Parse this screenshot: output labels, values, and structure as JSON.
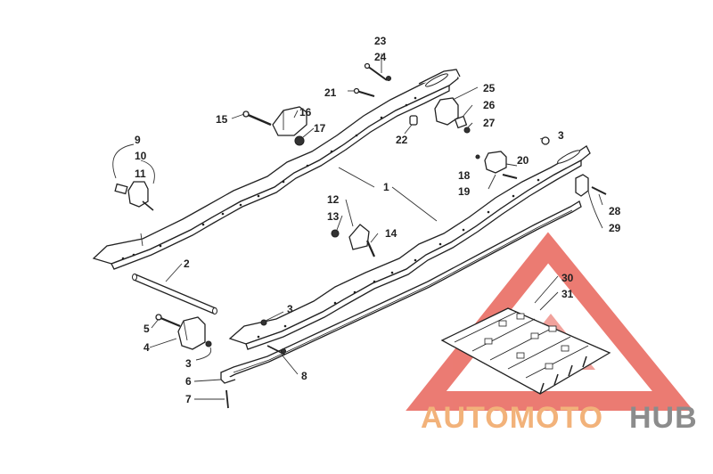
{
  "diagram": {
    "callouts": [
      "23",
      "24",
      "21",
      "25",
      "26",
      "27",
      "15",
      "16",
      "17",
      "22",
      "9",
      "10",
      "11",
      "1",
      "3",
      "18",
      "20",
      "19",
      "28",
      "29",
      "12",
      "13",
      "14",
      "2",
      "30",
      "31",
      "5",
      "3",
      "4",
      "3",
      "8",
      "6",
      "7"
    ]
  },
  "watermark": {
    "brand_part1": "AUTOMOTO",
    "brand_part2": "HUB",
    "color_orange": "#f2b27a",
    "color_red": "#e8645a",
    "color_gray": "#8c8c8c"
  }
}
